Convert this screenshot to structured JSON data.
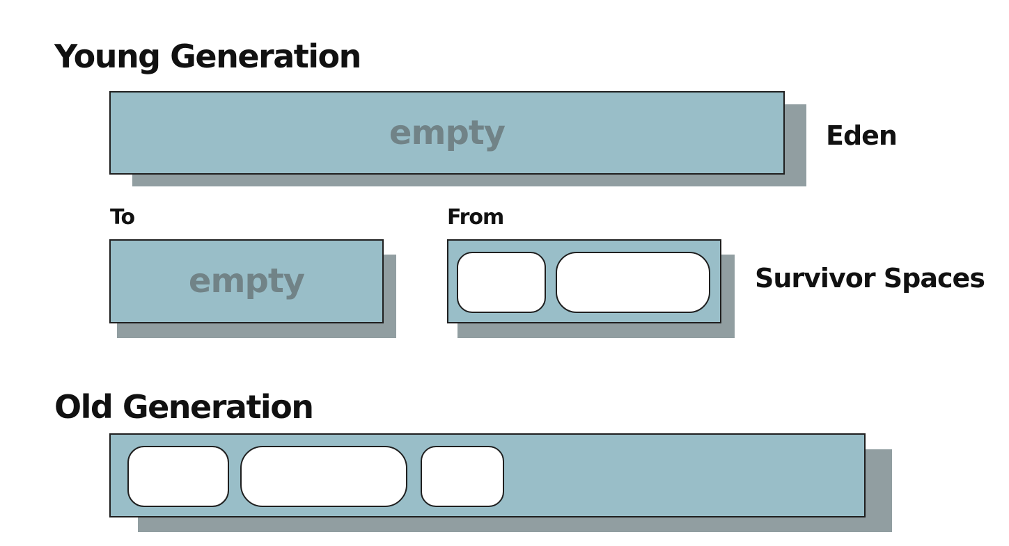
{
  "young_generation": {
    "title": "Young Generation",
    "eden": {
      "label": "Eden",
      "content": "empty"
    },
    "survivor_spaces": {
      "label": "Survivor Spaces",
      "to": {
        "label": "To",
        "content": "empty"
      },
      "from": {
        "label": "From",
        "object_count": 2
      }
    }
  },
  "old_generation": {
    "title": "Old Generation",
    "object_count": 3
  },
  "colors": {
    "space_fill": "#99bec8",
    "shadow": "#919ea1",
    "empty_text": "#718387",
    "object_fill": "#ffffff",
    "outline": "#1f1f1f"
  }
}
